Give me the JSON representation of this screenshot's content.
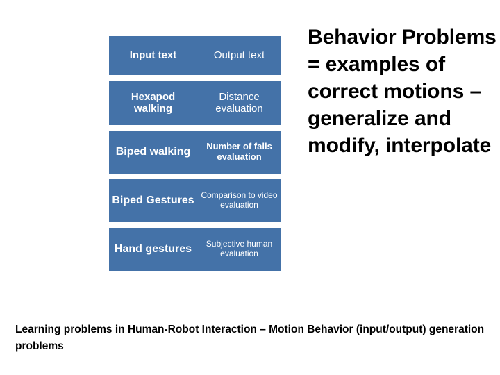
{
  "table": {
    "rows": [
      {
        "input": "Input text",
        "output": "Output text"
      },
      {
        "input": "Hexapod walking",
        "output": "Distance evaluation"
      },
      {
        "input": "Biped walking",
        "output": "Number of falls evaluation"
      },
      {
        "input": "Biped Gestures",
        "output": "Comparison to video evaluation"
      },
      {
        "input": "Hand gestures",
        "output": "Subjective human evaluation"
      }
    ],
    "cell_color": "#4472a8",
    "text_color": "#ffffff"
  },
  "right_text": "Behavior Problems = examples of correct motions – generalize and modify, interpolate",
  "caption": "Learning problems in Human-Robot Interaction – Motion Behavior (input/output)  generation problems"
}
